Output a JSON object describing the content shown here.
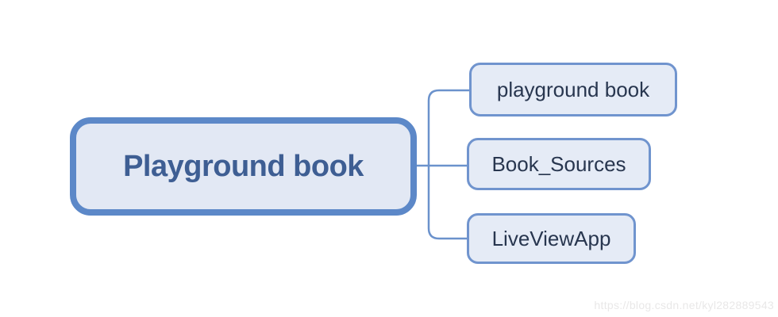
{
  "diagram": {
    "type": "mindmap",
    "root": {
      "label": "Playground book"
    },
    "children": [
      {
        "label": "playground book"
      },
      {
        "label": "Book_Sources"
      },
      {
        "label": "LiveViewApp"
      }
    ]
  },
  "watermark": {
    "text": "https://blog.csdn.net/kyl282889543"
  },
  "colors": {
    "background": "#ffffff",
    "root_border": "#5c88c8",
    "root_fill": "#e2e8f4",
    "root_text": "#3e5e93",
    "child_border": "#7094ce",
    "child_fill": "#e5ebf6",
    "child_text": "#28364f",
    "connector": "#6b92cc",
    "watermark_text": "#e9e8e8"
  }
}
